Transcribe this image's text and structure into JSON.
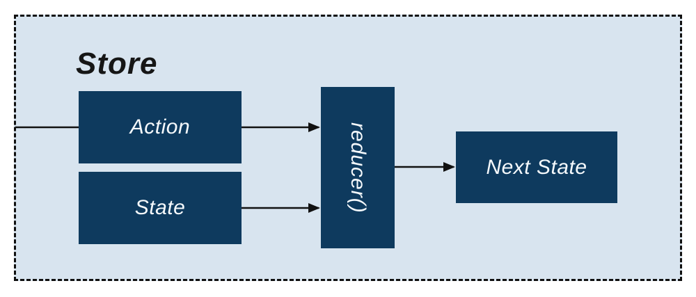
{
  "diagram": {
    "title": "Store",
    "nodes": {
      "action": {
        "label": "Action"
      },
      "state": {
        "label": "State"
      },
      "reducer": {
        "label": "reducer()"
      },
      "next_state": {
        "label": "Next State"
      }
    },
    "connectors": [
      {
        "from": "store-boundary-left",
        "to": "action",
        "arrowhead": false
      },
      {
        "from": "action",
        "to": "reducer",
        "arrowhead": true
      },
      {
        "from": "state",
        "to": "reducer",
        "arrowhead": true
      },
      {
        "from": "reducer",
        "to": "next_state",
        "arrowhead": true
      }
    ],
    "colors": {
      "node_fill": "#0e3a5e",
      "node_text": "#f5f9fc",
      "container_fill": "#d8e4ef",
      "line": "#111111",
      "title_text": "#161616",
      "page_bg": "#ffffff"
    }
  }
}
